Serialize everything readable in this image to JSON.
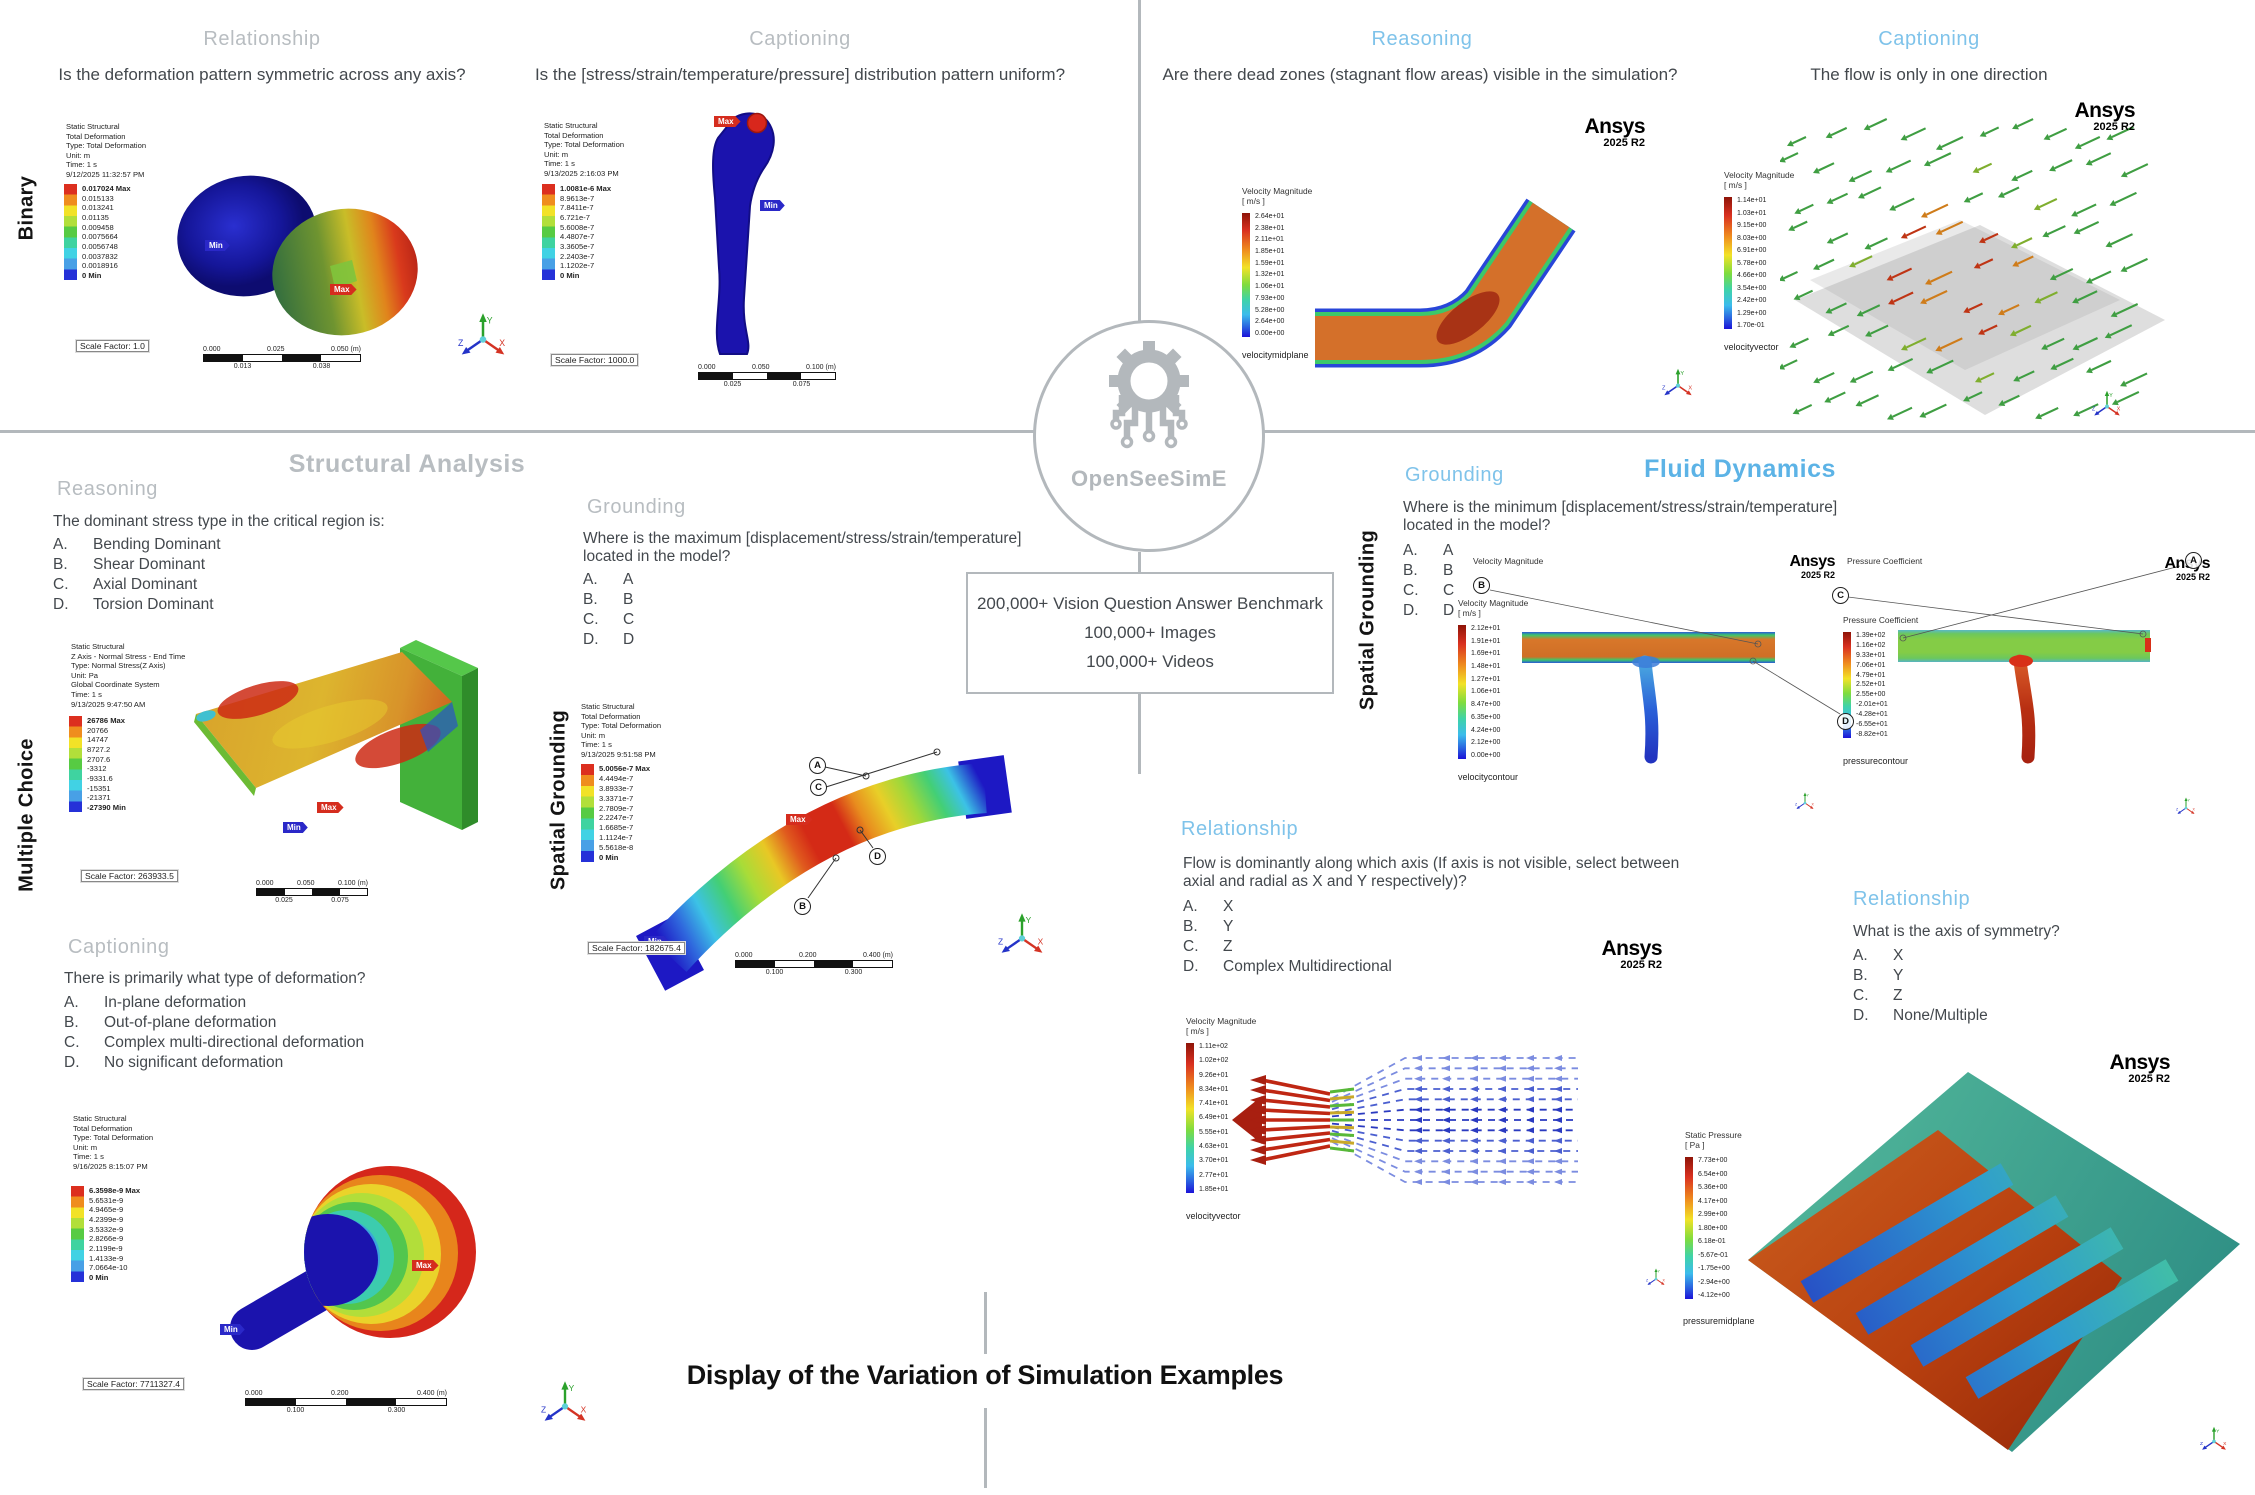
{
  "footer": {
    "title": "Display of the Variation of Simulation Examples"
  },
  "center": {
    "logo_text": "OpenSeeSimE",
    "box_lines": [
      "200,000+ Vision Question Answer Benchmark",
      "100,000+ Images",
      "100,000+ Videos"
    ]
  },
  "sections": {
    "structural": "Structural Analysis",
    "fluid": "Fluid Dynamics"
  },
  "row_labels": {
    "binary": "Binary",
    "multiple_choice": "Multiple Choice",
    "spatial_grounding_left": "Spatial Grounding",
    "spatial_grounding_right": "Spatial Grounding"
  },
  "ansys": {
    "brand": "Ansys",
    "version": "2025 R2"
  },
  "tags": {
    "max": "Max",
    "min": "Min"
  },
  "markers": [
    "A",
    "B",
    "C",
    "D"
  ],
  "colors": {
    "fluid_accent": "#5cb3e6",
    "gray_accent": "#b8bdc1",
    "divider": "#b3b8bc"
  },
  "panels": {
    "binary_relationship": {
      "heading": "Relationship",
      "question_lines": [
        "Is the deformation pattern symmetric across any axis?"
      ]
    },
    "binary_captioning": {
      "heading": "Captioning",
      "question_lines": [
        "Is the [stress/strain/temperature/pressure] distribution pattern uniform?"
      ]
    },
    "fluid_reasoning": {
      "heading": "Reasoning",
      "question_lines": [
        "Are there dead zones (stagnant flow areas) visible in the simulation?"
      ]
    },
    "fluid_captioning": {
      "heading": "Captioning",
      "question_lines": [
        "The flow is only in one direction"
      ]
    },
    "mc_reasoning": {
      "heading": "Reasoning",
      "question_lines": [
        "The dominant stress type in the critical region is:"
      ],
      "options": [
        {
          "k": "A.",
          "t": "Bending Dominant"
        },
        {
          "k": "B.",
          "t": "Shear Dominant"
        },
        {
          "k": "C.",
          "t": "Axial Dominant"
        },
        {
          "k": "D.",
          "t": "Torsion Dominant"
        }
      ]
    },
    "structural_grounding": {
      "heading": "Grounding",
      "question_lines": [
        "Where is the maximum [displacement/stress/strain/temperature]",
        "located in the model?"
      ],
      "options": [
        {
          "k": "A.",
          "t": "A"
        },
        {
          "k": "B.",
          "t": "B"
        },
        {
          "k": "C.",
          "t": "C"
        },
        {
          "k": "D.",
          "t": "D"
        }
      ]
    },
    "fluid_grounding": {
      "heading": "Grounding",
      "question_lines": [
        "Where is the minimum [displacement/stress/strain/temperature]",
        "located in the model?"
      ],
      "options": [
        {
          "k": "A.",
          "t": "A"
        },
        {
          "k": "B.",
          "t": "B"
        },
        {
          "k": "C.",
          "t": "C"
        },
        {
          "k": "D.",
          "t": "D"
        }
      ]
    },
    "fluid_relationship_flow": {
      "heading": "Relationship",
      "question_lines": [
        "Flow is dominantly along which axis (If axis is not visible, select between",
        "axial and radial as X and Y respectively)?"
      ],
      "options": [
        {
          "k": "A.",
          "t": "X"
        },
        {
          "k": "B.",
          "t": "Y"
        },
        {
          "k": "C.",
          "t": "Z"
        },
        {
          "k": "D.",
          "t": "Complex Multidirectional"
        }
      ]
    },
    "mc_captioning": {
      "heading": "Captioning",
      "question_lines": [
        "There is primarily what type of deformation?"
      ],
      "options": [
        {
          "k": "A.",
          "t": "In-plane deformation"
        },
        {
          "k": "B.",
          "t": "Out-of-plane deformation"
        },
        {
          "k": "C.",
          "t": "Complex multi-directional deformation"
        },
        {
          "k": "D.",
          "t": "No significant deformation"
        }
      ]
    },
    "fluid_relationship_symmetry": {
      "heading": "Relationship",
      "question_lines": [
        "What is the axis of symmetry?"
      ],
      "options": [
        {
          "k": "A.",
          "t": "X"
        },
        {
          "k": "B.",
          "t": "Y"
        },
        {
          "k": "C.",
          "t": "Z"
        },
        {
          "k": "D.",
          "t": "None/Multiple"
        }
      ]
    }
  },
  "sims": {
    "dumbbell": {
      "header": [
        "Static Structural",
        "Total Deformation",
        "Type: Total Deformation",
        "Unit: m",
        "Time: 1 s",
        "9/12/2025 11:32:57 PM"
      ],
      "legend": [
        "0.017024 Max",
        "0.015133",
        "0.013241",
        "0.01135",
        "0.009458",
        "0.0075664",
        "0.0056748",
        "0.0037832",
        "0.0018916",
        "0 Min"
      ],
      "scale_factor": "Scale Factor: 1.0",
      "ruler_top": [
        "0.000",
        "0.025",
        "0.050 (m)"
      ],
      "ruler_bottom": [
        "0.013",
        "0.038"
      ]
    },
    "femur": {
      "header": [
        "Static Structural",
        "Total Deformation",
        "Type: Total Deformation",
        "Unit: m",
        "Time: 1 s",
        "9/13/2025 2:16:03 PM"
      ],
      "legend": [
        "1.0081e-6 Max",
        "8.9613e-7",
        "7.8411e-7",
        "6.721e-7",
        "5.6008e-7",
        "4.4807e-7",
        "3.3605e-7",
        "2.2403e-7",
        "1.1202e-7",
        "0 Min"
      ],
      "scale_factor": "Scale Factor: 1000.0",
      "ruler_top": [
        "0.000",
        "0.050",
        "0.100 (m)"
      ],
      "ruler_bottom": [
        "0.025",
        "0.075"
      ]
    },
    "pipe_bend": {
      "legend_title": "Velocity Magnitude",
      "legend_unit": "[ m/s ]",
      "legend": [
        "2.64e+01",
        "2.38e+01",
        "2.11e+01",
        "1.85e+01",
        "1.59e+01",
        "1.32e+01",
        "1.06e+01",
        "7.93e+00",
        "5.28e+00",
        "2.64e+00",
        "0.00e+00"
      ],
      "label": "velocitymidplane"
    },
    "vector_cloud": {
      "legend_title": "Velocity Magnitude",
      "legend_unit": "[ m/s ]",
      "legend": [
        "1.14e+01",
        "1.03e+01",
        "9.15e+00",
        "8.03e+00",
        "6.91e+00",
        "5.78e+00",
        "4.66e+00",
        "3.54e+00",
        "2.42e+00",
        "1.29e+00",
        "1.70e-01"
      ],
      "label": "velocityvector"
    },
    "bracket_plate": {
      "header": [
        "Static Structural",
        "Z Axis - Normal Stress - End Time",
        "Type: Normal Stress(Z Axis)",
        "Unit: Pa",
        "Global Coordinate System",
        "Time: 1 s",
        "9/13/2025 9:47:50 AM"
      ],
      "legend": [
        "26786 Max",
        "20766",
        "14747",
        "8727.2",
        "2707.6",
        "-3312",
        "-9331.6",
        "-15351",
        "-21371",
        "-27390 Min"
      ],
      "scale_factor": "Scale Factor: 263933.5",
      "ruler_top": [
        "0.000",
        "0.050",
        "0.100 (m)"
      ],
      "ruler_bottom": [
        "0.025",
        "0.075"
      ]
    },
    "curved_beam": {
      "header": [
        "Static Structural",
        "Total Deformation",
        "Type: Total Deformation",
        "Unit: m",
        "Time: 1 s",
        "9/13/2025 9:51:58 PM"
      ],
      "legend": [
        "5.0056e-7 Max",
        "4.4494e-7",
        "3.8933e-7",
        "3.3371e-7",
        "2.7809e-7",
        "2.2247e-7",
        "1.6685e-7",
        "1.1124e-7",
        "5.5618e-8",
        "0 Min"
      ],
      "scale_factor": "Scale Factor: 182675.4",
      "ruler_top": [
        "0.000",
        "0.200",
        "0.400 (m)"
      ],
      "ruler_bottom": [
        "0.100",
        "0.300"
      ]
    },
    "velocity_contour": {
      "float_label": "Velocity Magnitude",
      "legend_title": "Velocity Magnitude",
      "legend_unit": "[ m/s ]",
      "legend": [
        "2.12e+01",
        "1.91e+01",
        "1.69e+01",
        "1.48e+01",
        "1.27e+01",
        "1.06e+01",
        "8.47e+00",
        "6.35e+00",
        "4.24e+00",
        "2.12e+00",
        "0.00e+00"
      ],
      "label": "velocitycontour"
    },
    "pressure_contour": {
      "float_label": "Pressure Coefficient",
      "legend_title": "Pressure Coefficient",
      "legend": [
        "1.39e+02",
        "1.16e+02",
        "9.33e+01",
        "7.06e+01",
        "4.79e+01",
        "2.52e+01",
        "2.55e+00",
        "-2.01e+01",
        "-4.28e+01",
        "-6.55e+01",
        "-8.82e+01"
      ],
      "label": "pressurecontour"
    },
    "nozzle_vectors": {
      "legend_title": "Velocity Magnitude",
      "legend_unit": "[ m/s ]",
      "legend": [
        "1.11e+02",
        "1.02e+02",
        "9.26e+01",
        "8.34e+01",
        "7.41e+01",
        "6.49e+01",
        "5.55e+01",
        "4.63e+01",
        "3.70e+01",
        "2.77e+01",
        "1.85e+01"
      ],
      "label": "velocityvector"
    },
    "heatsink": {
      "legend_title": "Static Pressure",
      "legend_unit": "[ Pa ]",
      "legend": [
        "7.73e+00",
        "6.54e+00",
        "5.36e+00",
        "4.17e+00",
        "2.99e+00",
        "1.80e+00",
        "6.18e-01",
        "-5.67e-01",
        "-1.75e+00",
        "-2.94e+00",
        "-4.12e+00"
      ],
      "label": "pressuremidplane"
    },
    "sphere_shaft": {
      "header": [
        "Static Structural",
        "Total Deformation",
        "Type: Total Deformation",
        "Unit: m",
        "Time: 1 s",
        "9/16/2025 8:15:07 PM"
      ],
      "legend": [
        "6.3598e-9 Max",
        "5.6531e-9",
        "4.9465e-9",
        "4.2399e-9",
        "3.5332e-9",
        "2.8266e-9",
        "2.1199e-9",
        "1.4133e-9",
        "7.0664e-10",
        "0 Min"
      ],
      "scale_factor": "Scale Factor: 7711327.4",
      "ruler_top": [
        "0.000",
        "0.200",
        "0.400 (m)"
      ],
      "ruler_bottom": [
        "0.100",
        "0.300"
      ]
    }
  }
}
